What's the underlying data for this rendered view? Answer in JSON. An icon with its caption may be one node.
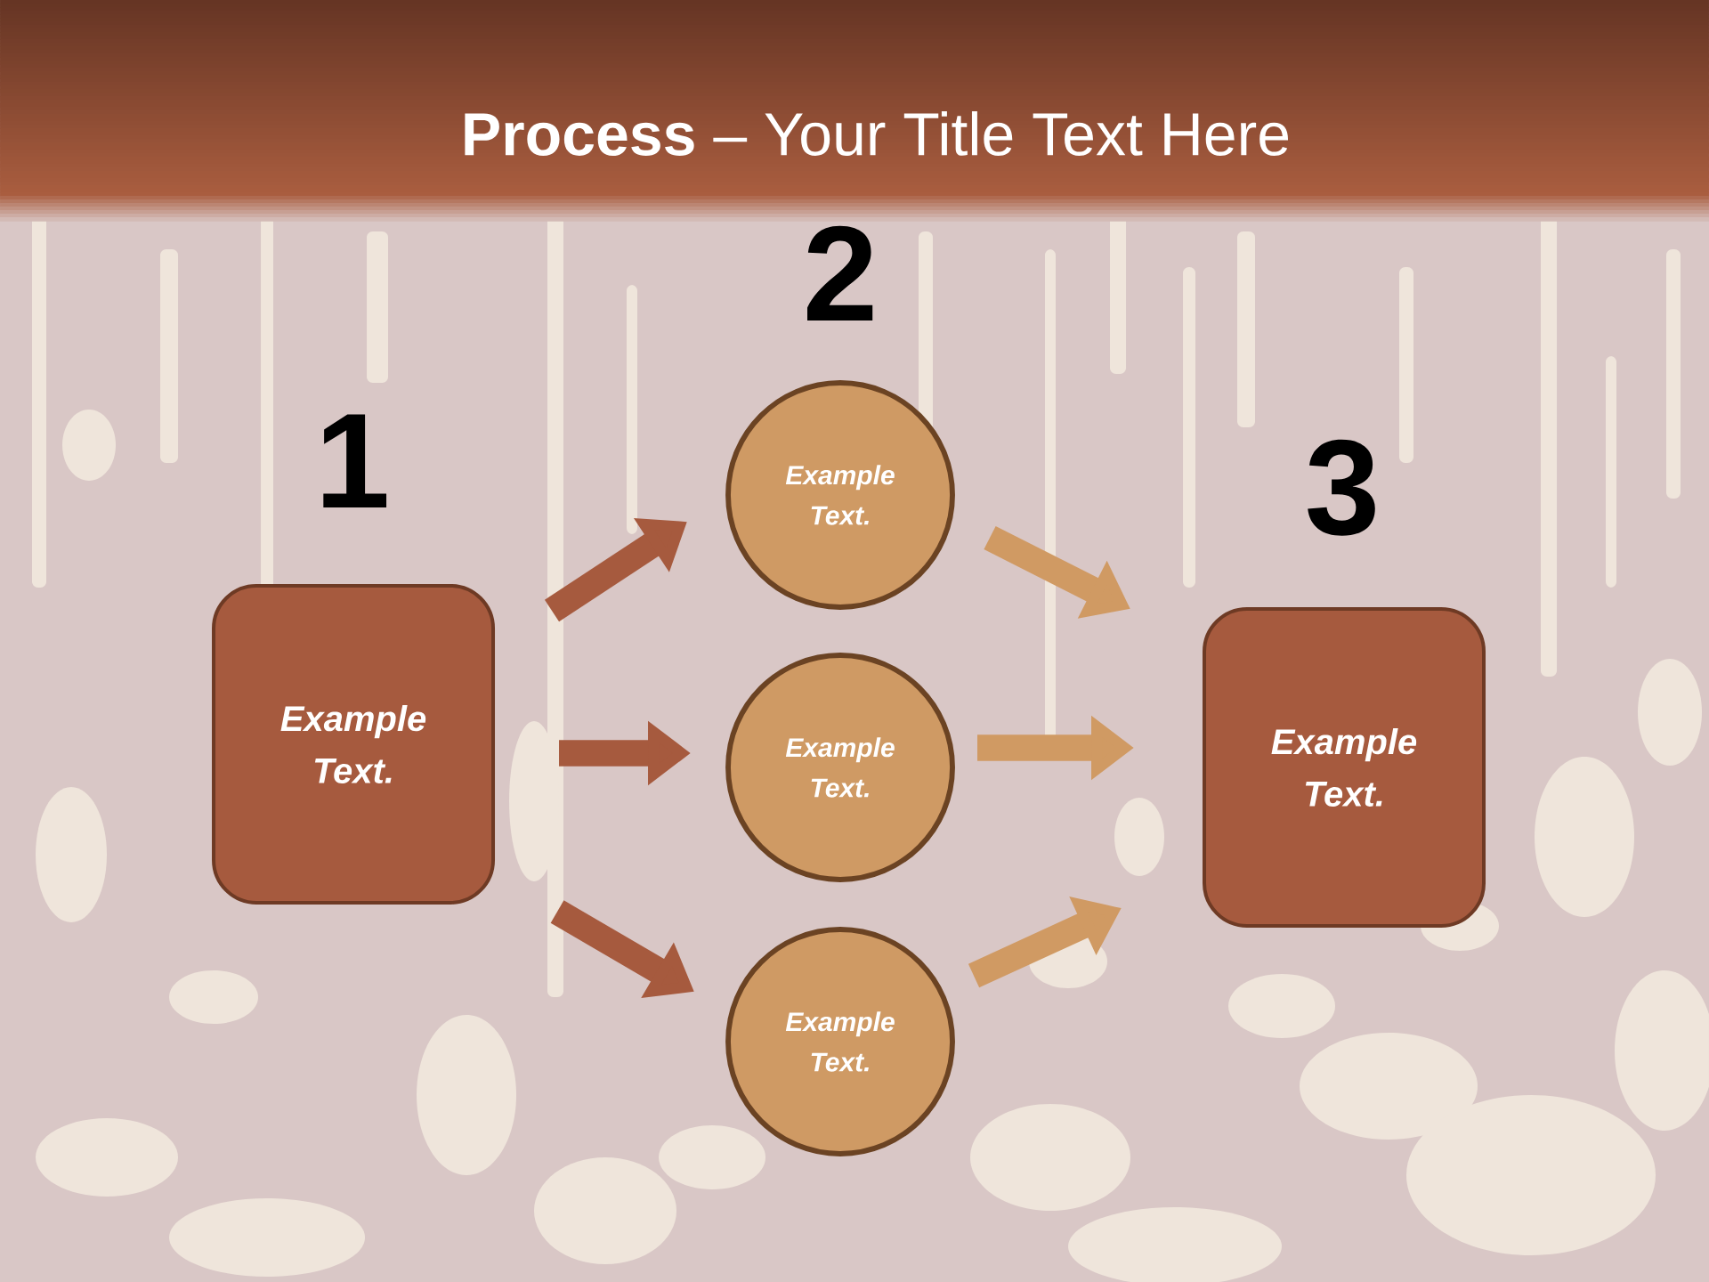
{
  "diagram": {
    "title": "**Process** – Your Title Text Here",
    "nodes": [
      {
        "text": [
          "Example Text."
        ],
        "beside": [
          "1"
        ]
      },
      {
        "text": [
          "Example Text."
        ],
        "beside": [
          "2"
        ]
      },
      {
        "text": [
          "Example Text."
        ]
      },
      {
        "text": [
          "Example Text."
        ]
      },
      {
        "text": [
          "Example Text."
        ],
        "beside": [
          "3"
        ]
      }
    ],
    "edges": [
      {
        "from": 0,
        "to": 1,
        "arrow": "to",
        "color": "#a65a3e"
      },
      {
        "from": 0,
        "to": 2,
        "arrow": "to",
        "color": "#a65a3e"
      },
      {
        "from": 0,
        "to": 3,
        "arrow": "to",
        "color": "#a65a3e"
      },
      {
        "from": 1,
        "to": 4,
        "arrow": "to",
        "color": "#d09a63"
      },
      {
        "from": 2,
        "to": 4,
        "arrow": "to",
        "color": "#d09a63"
      },
      {
        "from": 3,
        "to": 4,
        "arrow": "to",
        "color": "#d09a63"
      }
    ]
  }
}
